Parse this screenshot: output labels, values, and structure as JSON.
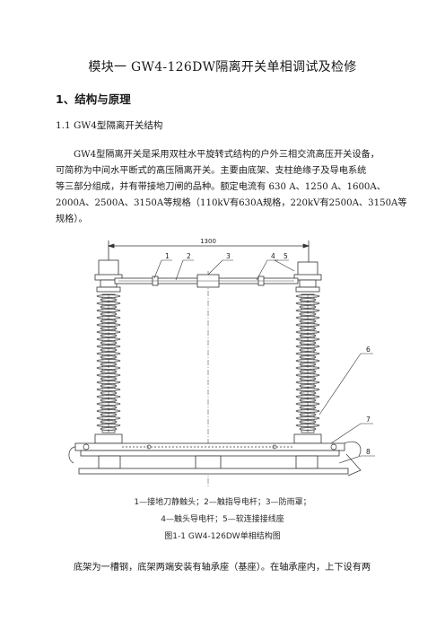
{
  "doc": {
    "title": "模块一 GW4-126DW隔离开关单相调试及检修",
    "section1": "1、结构与原理",
    "subsection": "1.1 GW4型隔离开关结构",
    "paragraph1_lines": [
      "GW4型隔离开关是采用双柱水平旋转式结构的户外三相交流高压开关设备，",
      "可简称为中间水平断式的高压隔离开关。主要由底架、支柱绝缘子及导电系统",
      "等三部分组成，并有带接地刀闸的品种。额定电流有 630 A、1250 A、1600A、",
      "2000A、2500A、3150A等规格（110kV有630A规格，220kV有2500A、3150A等",
      "规格）。"
    ],
    "figure": {
      "dimension": "1300",
      "callouts": [
        "1",
        "2",
        "3",
        "4",
        "5",
        "6",
        "7",
        "8"
      ]
    },
    "caption_line1": "1—接地刀静触头；2—触指导电杆；3—防雨罩；",
    "caption_line2": "4—触头导电杆；5—软连接接线座",
    "figure_caption": "图1-1 GW4-126DW单相结构图",
    "paragraph2": "底架为一槽钢，底架两端安装有轴承座（基座）。在轴承座内，上下设有两"
  }
}
